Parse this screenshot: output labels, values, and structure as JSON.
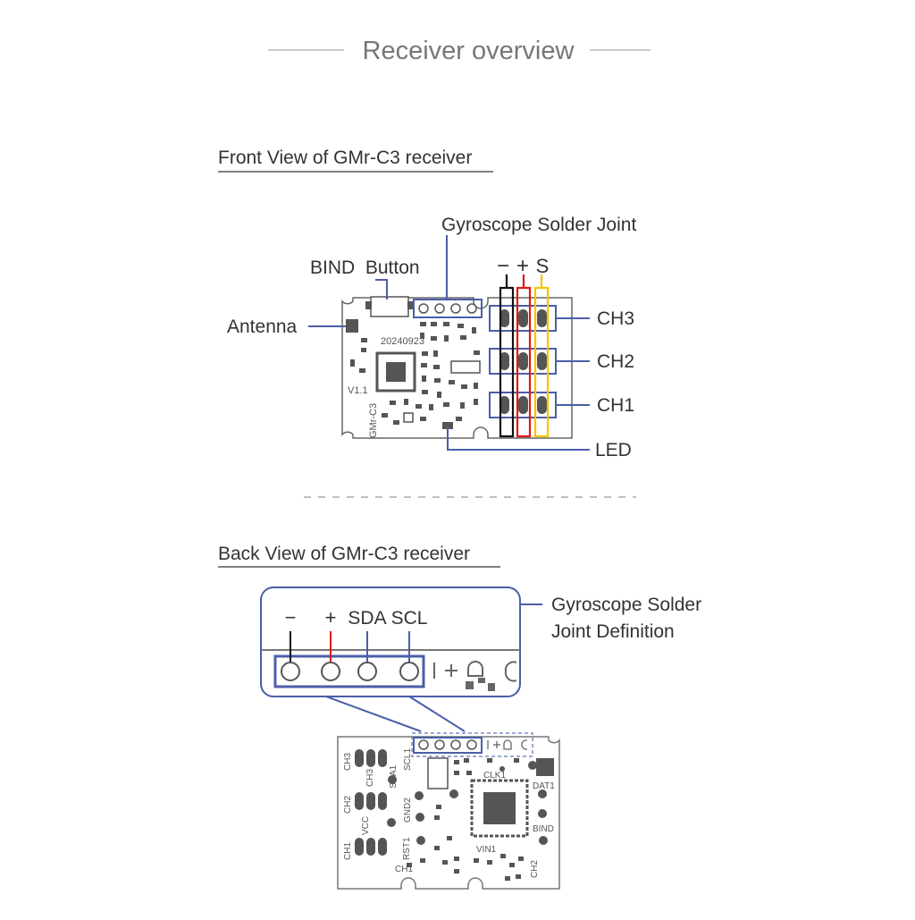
{
  "header": {
    "title": "Receiver overview"
  },
  "front_view": {
    "section_title": "Front View of GMr-C3 receiver",
    "board_silkscreen": {
      "date_code": "20240923",
      "version": "V1.1",
      "model": "GMr-C3"
    },
    "callouts": {
      "gyro_joint": "Gyroscope Solder Joint",
      "bind_button": "BIND  Button",
      "antenna": "Antenna",
      "led": "LED"
    },
    "pin_labels": {
      "minus": "−",
      "plus": "+",
      "signal": "S"
    },
    "channels": [
      "CH3",
      "CH2",
      "CH1"
    ],
    "wire_colors": {
      "minus": "#111111",
      "plus": "#e01818",
      "signal": "#f5c400"
    }
  },
  "back_view": {
    "section_title": "Back View of GMr-C3 receiver",
    "callout": {
      "line1": "Gyroscope Solder",
      "line2": "Joint Definition"
    },
    "pad_labels": [
      "−",
      "+",
      "SDA",
      "SCL"
    ],
    "board_silkscreen": {
      "ch3_a": "CH3",
      "ch3_b": "CH3",
      "sda1": "SDA1",
      "scl1": "SCL1",
      "ch2": "CH2",
      "vcc": "VCC",
      "gnd2": "GND2",
      "ch1_a": "CH1",
      "rst1": "RST1",
      "ch1_b": "CH1",
      "clk1": "CLK1",
      "dat1": "DAT1",
      "bind": "BIND",
      "vin1": "VIN1",
      "ch2_b": "CH2"
    }
  },
  "colors": {
    "accent_blue": "#4b5ea8",
    "text": "#333333",
    "divider": "#aaaaaa",
    "board": "#555555"
  }
}
